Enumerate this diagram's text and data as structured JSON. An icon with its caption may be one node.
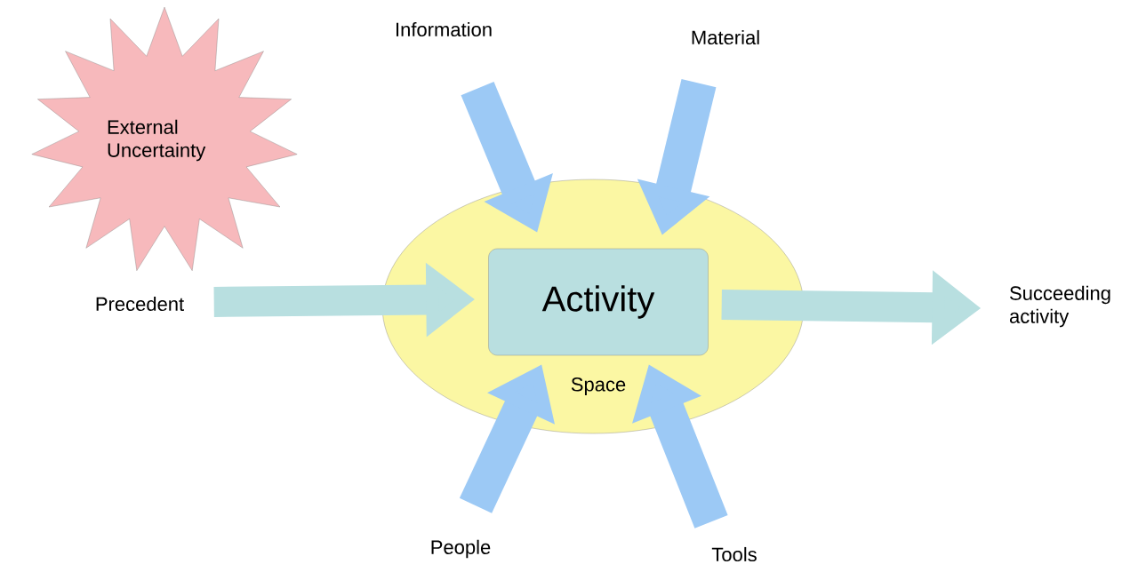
{
  "diagram": {
    "nodes": [
      {
        "text": [
          "External Uncertainty"
        ]
      },
      {
        "text": [
          "Information"
        ]
      },
      {
        "text": [
          "Material"
        ]
      },
      {
        "text": [
          "Space"
        ]
      },
      {
        "text": [
          "Activity"
        ],
        "in": 3
      },
      {
        "text": [
          "Precedent"
        ]
      },
      {
        "text": [
          "Succeeding activity"
        ]
      },
      {
        "text": [
          "People"
        ]
      },
      {
        "text": [
          "Tools"
        ]
      }
    ],
    "edges": [
      {
        "from": 1,
        "to": 4,
        "arrow": "to"
      },
      {
        "from": 2,
        "to": 4,
        "arrow": "to"
      },
      {
        "from": 5,
        "to": 4,
        "arrow": "to",
        "color": "#b8dfe0"
      },
      {
        "from": 4,
        "to": 6,
        "arrow": "to",
        "color": "#b8dfe0"
      },
      {
        "from": 7,
        "to": 4,
        "arrow": "to"
      },
      {
        "from": 8,
        "to": 4,
        "arrow": "to"
      }
    ]
  }
}
